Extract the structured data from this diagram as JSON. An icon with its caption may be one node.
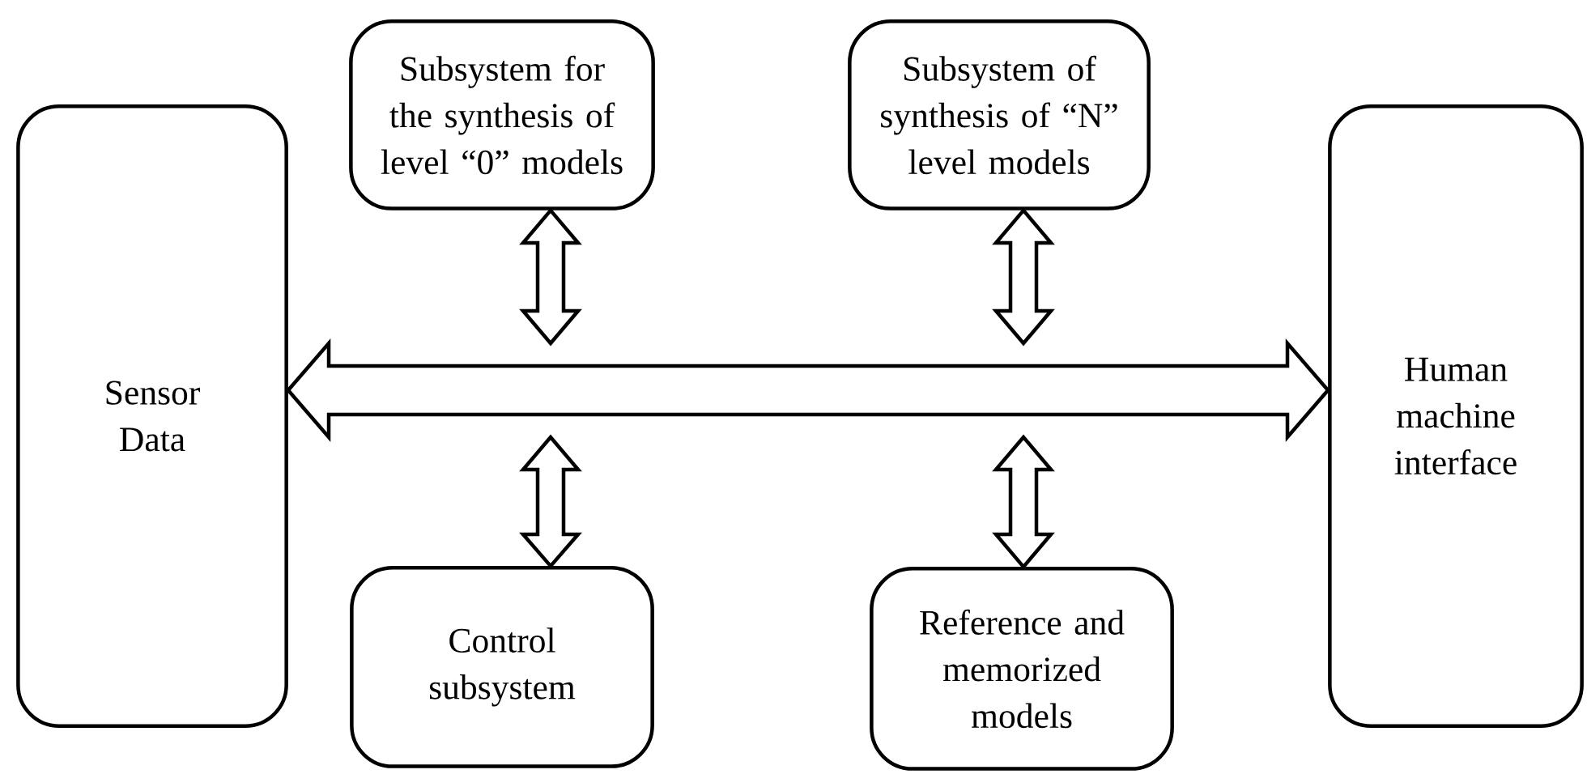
{
  "diagram": {
    "nodes": [
      {
        "text": [
          "Sensor Data"
        ]
      },
      {
        "text": [
          "Subsystem for the synthesis of level “0” models"
        ]
      },
      {
        "text": [
          "Subsystem of synthesis of “N” level models"
        ]
      },
      {
        "text": [
          "Human machine interface"
        ]
      },
      {
        "text": [
          "Control subsystem"
        ]
      },
      {
        "text": [
          "Reference and memorized models"
        ]
      }
    ],
    "edges": [
      {
        "from": 0,
        "to": 3,
        "arrow": "both"
      },
      {
        "from": 1,
        "to": null,
        "arrow": "both"
      },
      {
        "from": 2,
        "to": null,
        "arrow": "both"
      },
      {
        "from": 4,
        "to": null,
        "arrow": "both"
      },
      {
        "from": 5,
        "to": null,
        "arrow": "both"
      }
    ]
  }
}
